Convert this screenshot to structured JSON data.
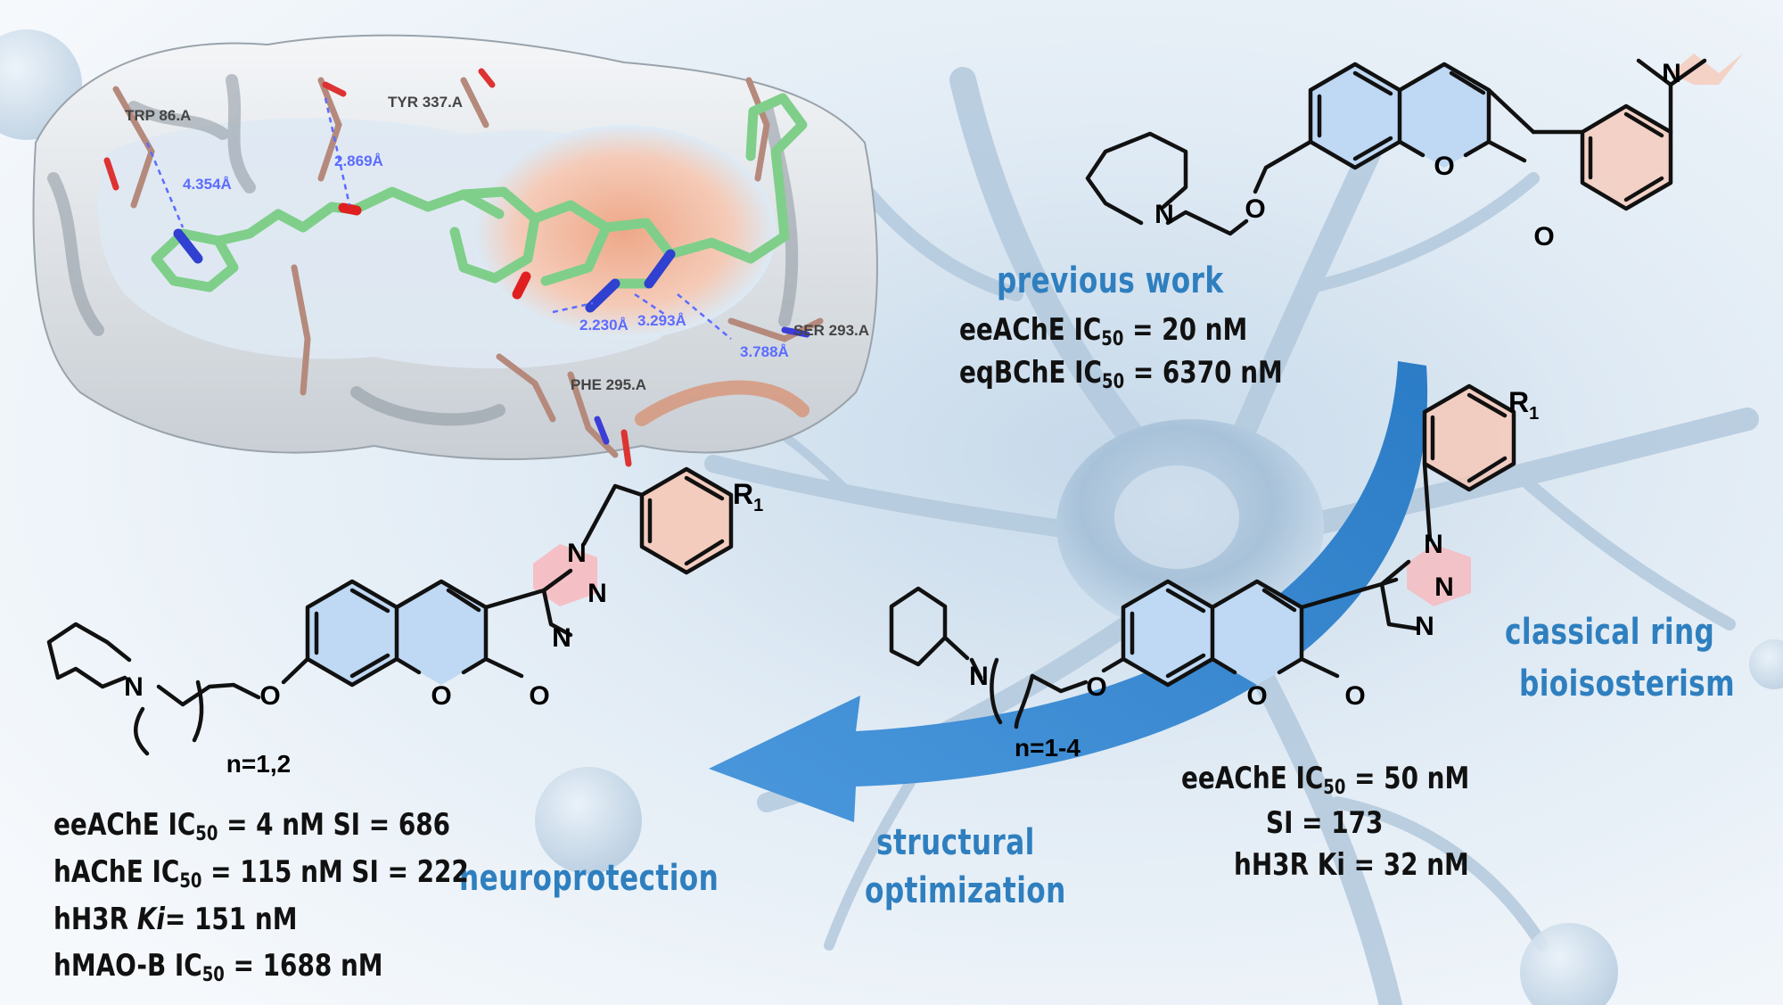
{
  "labels": {
    "previous_work": "previous work",
    "classical_ring": [
      "classical ring",
      "bioisosterism"
    ],
    "structural_optimization": [
      "structural",
      "optimization"
    ],
    "neuroprotection": "neuroprotection"
  },
  "previous_activity": {
    "eeache": {
      "prefix": "eeAChE IC",
      "sub": "50",
      "suffix": " = 20 nM"
    },
    "eqbche": {
      "prefix": "eqBChE IC",
      "sub": "50",
      "suffix": " = 6370 nM"
    }
  },
  "middle_activity": {
    "eeache": {
      "prefix": "eeAChE IC",
      "sub": "50",
      "suffix": " = 50 nM"
    },
    "si": "SI = 173",
    "h3r": "hH3R Ki = 32 nM"
  },
  "final_activity": {
    "eeache": {
      "prefix": "eeAChE IC",
      "sub": "50",
      "suffix": " = 4 nM SI = 686"
    },
    "hache": {
      "prefix": "hAChE IC",
      "sub": "50",
      "suffix": " = 115 nM SI = 222"
    },
    "h3r": {
      "prefix": "hH3R ",
      "italic": "Ki",
      "suffix": "= 151 nM"
    },
    "maob": {
      "prefix": "hMAO-B IC",
      "sub": "50",
      "suffix": " = 1688 nM"
    }
  },
  "molecules": {
    "n_final": "n=1,2",
    "n_middle": "n=1-4",
    "r_final": "R",
    "r_final_sub": "1",
    "r_middle": "R",
    "r_middle_sub": "1",
    "atom_n": "N",
    "atom_o": "O"
  },
  "docking": {
    "residues": [
      "TRP 86.A",
      "TYR 337.A",
      "SER 293.A",
      "PHE 295.A"
    ],
    "distances": [
      "4.354Å",
      "2.869Å",
      "2.230Å",
      "3.293Å",
      "3.788Å"
    ]
  },
  "colors": {
    "accent_blue": "#2f7fbf",
    "arrow_blue": "#3a88d0",
    "benzopyran_fill": "#bfd8f3",
    "highlight_pink": "#f7c7b5",
    "triazole_pink": "#f7b9bd",
    "ligand_green": "#7fcf8a"
  }
}
